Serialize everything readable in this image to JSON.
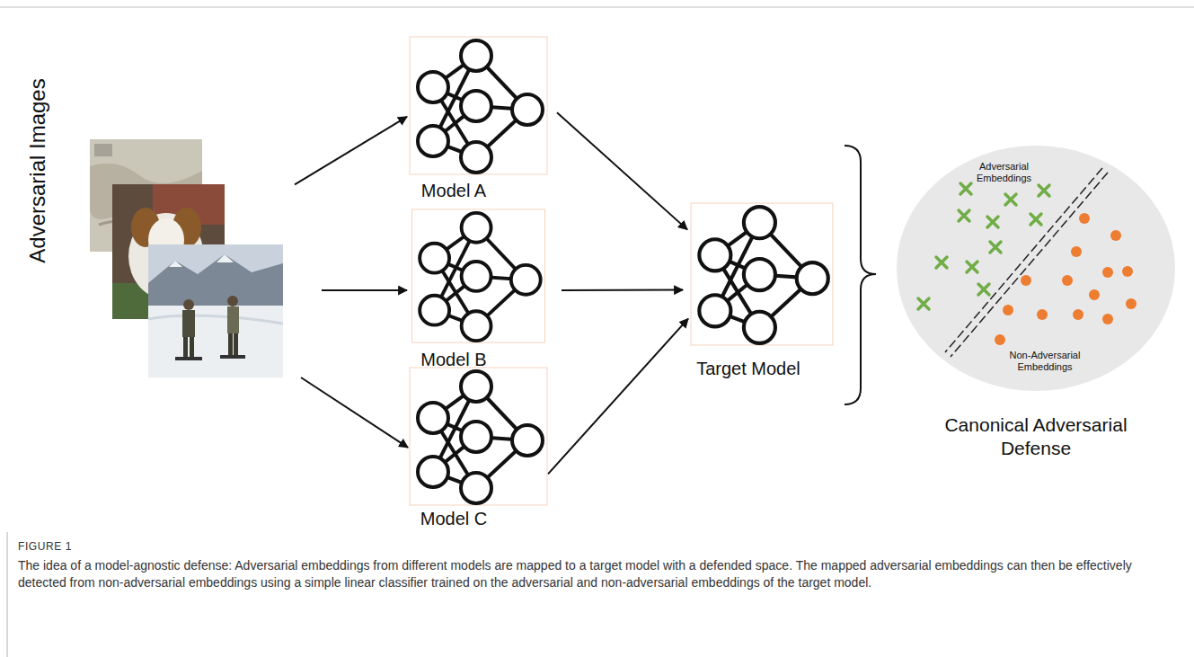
{
  "diagram": {
    "caption": "The idea of a model-agnostic defense: Adversarial embeddings from different models are mapped to a target model with a defended space. The mapped adversarial embeddings can then be effectively detected from non-adversarial embeddings using a simple linear classifier trained on the adversarial and non-adversarial embeddings of the target model.",
    "nodes": [
      {
        "text": [
          "Adversarial Images"
        ]
      },
      {
        "text": [
          "Model A"
        ]
      },
      {
        "text": [
          "Model B"
        ]
      },
      {
        "text": [
          "Model C"
        ]
      },
      {
        "text": [
          "Target Model"
        ]
      },
      {
        "text": [
          "Adversarial Embeddings",
          "Non-Adversarial Embeddings",
          "Canonical Adversarial Defense"
        ]
      }
    ],
    "edges": [
      {
        "from": 0,
        "to": 1,
        "arrow": "to"
      },
      {
        "from": 0,
        "to": 2,
        "arrow": "to"
      },
      {
        "from": 0,
        "to": 3,
        "arrow": "to"
      },
      {
        "from": 1,
        "to": 4,
        "arrow": "to"
      },
      {
        "from": 2,
        "to": 4,
        "arrow": "to"
      },
      {
        "from": 3,
        "to": 4,
        "arrow": "to"
      }
    ],
    "labels": [
      "FIGURE 1"
    ]
  }
}
